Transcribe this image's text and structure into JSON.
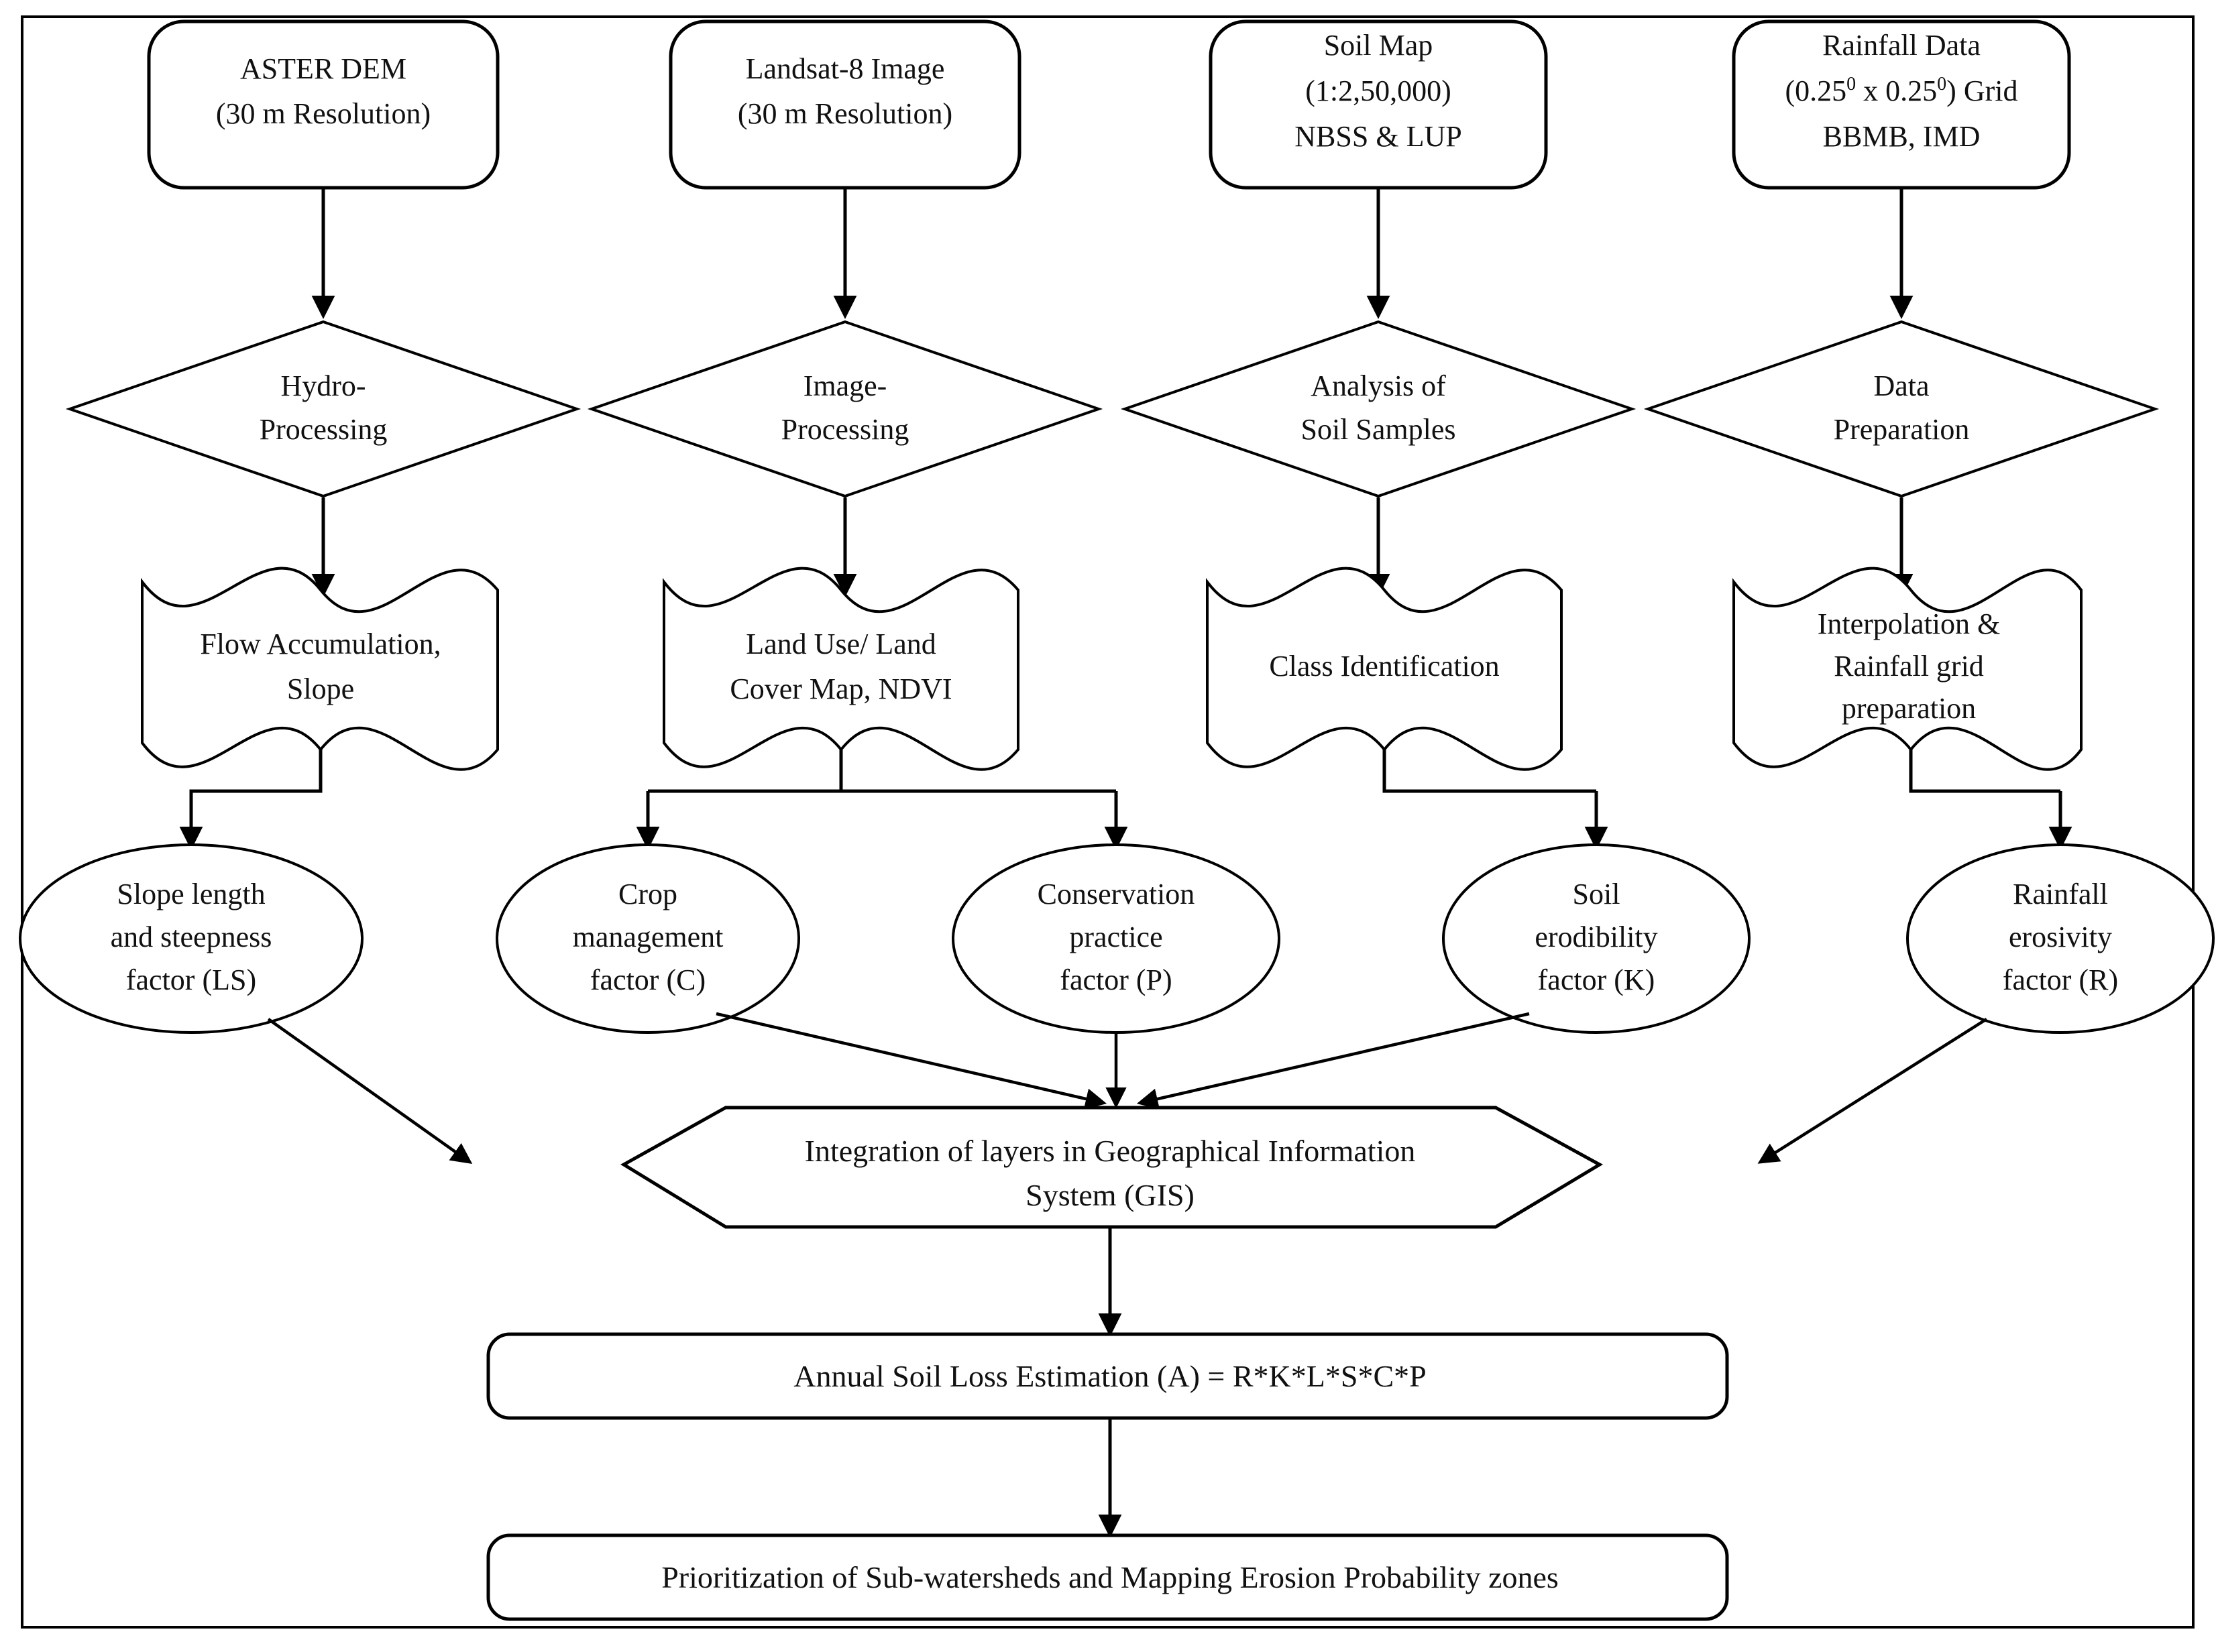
{
  "diagram": {
    "title": "Soil erosion modelling (RUSLE) methodology flowchart",
    "border_color": "#000000",
    "line_color": "#000000",
    "fill_color": "#ffffff"
  },
  "sources": [
    {
      "id": "aster-dem",
      "line1": "ASTER DEM",
      "line2": "(30 m Resolution)",
      "line3": ""
    },
    {
      "id": "landsat-8",
      "line1": "Landsat-8 Image",
      "line2": "(30 m Resolution)",
      "line3": ""
    },
    {
      "id": "soil-map",
      "line1": "Soil Map",
      "line2": "(1:2,50,000)",
      "line3": "NBSS & LUP"
    },
    {
      "id": "rainfall-data",
      "line1": "Rainfall Data",
      "line2_pre": "(0.25",
      "line2_sup1": "0",
      "line2_mid": " x 0.25",
      "line2_sup2": "0",
      "line2_post": ") Grid",
      "line3": "BBMB, IMD"
    }
  ],
  "processes": [
    {
      "id": "hydro-processing",
      "line1": "Hydro-",
      "line2": "Processing"
    },
    {
      "id": "image-processing",
      "line1": "Image-",
      "line2": "Processing"
    },
    {
      "id": "soil-analysis",
      "line1": "Analysis of",
      "line2": "Soil Samples"
    },
    {
      "id": "data-preparation",
      "line1": "Data",
      "line2": "Preparation"
    }
  ],
  "outputs": [
    {
      "id": "flow-accumulation",
      "line1": "Flow Accumulation,",
      "line2": "Slope",
      "line3": ""
    },
    {
      "id": "lulc-ndvi",
      "line1": "Land Use/ Land",
      "line2": "Cover Map, NDVI",
      "line3": ""
    },
    {
      "id": "class-identification",
      "line1": "Class Identification",
      "line2": "",
      "line3": ""
    },
    {
      "id": "interpolation-grid",
      "line1": "Interpolation &",
      "line2": "Rainfall grid",
      "line3": "preparation"
    }
  ],
  "factors": [
    {
      "id": "ls-factor",
      "line1": "Slope length",
      "line2": "and steepness",
      "line3": "factor (LS)"
    },
    {
      "id": "c-factor",
      "line1": "Crop",
      "line2": "management",
      "line3": "factor (C)"
    },
    {
      "id": "p-factor",
      "line1": "Conservation",
      "line2": "practice",
      "line3": "factor (P)"
    },
    {
      "id": "k-factor",
      "line1": "Soil",
      "line2": "erodibility",
      "line3": "factor (K)"
    },
    {
      "id": "r-factor",
      "line1": "Rainfall",
      "line2": "erosivity",
      "line3": "factor (R)"
    }
  ],
  "integration": {
    "id": "gis-integration",
    "line1": "Integration of layers in Geographical Information",
    "line2": "System (GIS)"
  },
  "estimation": {
    "id": "annual-soil-loss",
    "label": "Annual Soil Loss Estimation (A) = R*K*L*S*C*P"
  },
  "prioritization": {
    "id": "prioritization-mapping",
    "label": "Prioritization of Sub-watersheds and Mapping Erosion Probability zones"
  }
}
